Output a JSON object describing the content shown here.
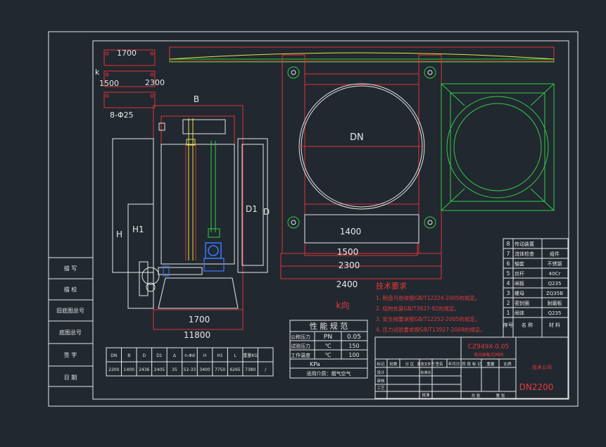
{
  "anchor_plan": {
    "top_dim": "1700",
    "side_dim": "2300",
    "short_dim": "1500",
    "k_mark": "k",
    "bolt_spec": "8-Φ25"
  },
  "side_view": {
    "B": "B",
    "D1": "D1",
    "D": "D",
    "H": "H",
    "H1": "H1",
    "dim_1700": "1700",
    "dim_11800": "11800"
  },
  "front_view": {
    "DN": "DN",
    "dim_1400": "1400",
    "dim_1500": "1500",
    "dim_2300": "2300",
    "dim_2400": "2400",
    "k_view": "k向"
  },
  "tech_requirements": {
    "title": "技术要求",
    "items": [
      "1. 制造与验收按GB/T12224-2005的规定。",
      "2. 结构长度GB/T3927-92的规定。",
      "3. 安全阀要求按GB/T12252-2005的规定。",
      "4. 压力试验要求按GB/T13927-2008的规定。"
    ]
  },
  "left_stamp": [
    "描 写",
    "描 校",
    "旧底图总号",
    "底图总号",
    "签 字",
    "日 期"
  ],
  "dim_table": {
    "headers": [
      "DN",
      "B",
      "D",
      "D1",
      "Δ",
      "n-Φd",
      "H",
      "H1",
      "L",
      "重量KG"
    ],
    "row": [
      "2200",
      "1400",
      "2436",
      "2405",
      "35",
      "52-33",
      "3400",
      "7750",
      "6265",
      "7380",
      "/"
    ]
  },
  "perf_table": {
    "title": "性 能 规 范",
    "rows": [
      {
        "label": "公称压力",
        "unit": "PN",
        "value": "0.05"
      },
      {
        "label": "试验压力",
        "unit": "℃",
        "value": "150"
      },
      {
        "label": "工作温度",
        "unit": "℃",
        "value": "100"
      },
      {
        "label": "KPa",
        "unit": "",
        "value": ""
      }
    ],
    "medium": "适用介质：烟气空气"
  },
  "parts_list": {
    "rows": [
      {
        "no": "8",
        "name": "传动装置",
        "material": ""
      },
      {
        "no": "7",
        "name": "流体检查",
        "material": "组件"
      },
      {
        "no": "6",
        "name": "轴套",
        "material": "不锈钢"
      },
      {
        "no": "5",
        "name": "丝杆",
        "material": "40Cr"
      },
      {
        "no": "4",
        "name": "闸板",
        "material": "Q235"
      },
      {
        "no": "3",
        "name": "螺母",
        "material": "ZQ35B"
      },
      {
        "no": "2",
        "name": "密封圈",
        "material": "耐磨板"
      },
      {
        "no": "1",
        "name": "阀体",
        "material": "Q235"
      }
    ],
    "header": {
      "no": "序号",
      "name": "名 称",
      "material": "材 料"
    }
  },
  "title_block": {
    "model": "CZ949X-0.05",
    "subtitle": "电动插板式闸阀",
    "company": "技术公司",
    "drawing_no": "DN2200",
    "labels": [
      "标记",
      "处数",
      "分 区",
      "更改文件号",
      "签名",
      "年月日",
      "设计",
      "标准化",
      "阶 段 标 记",
      "重量",
      "比例",
      "审核",
      "工艺",
      "批准",
      "共  张",
      "第  张"
    ]
  }
}
